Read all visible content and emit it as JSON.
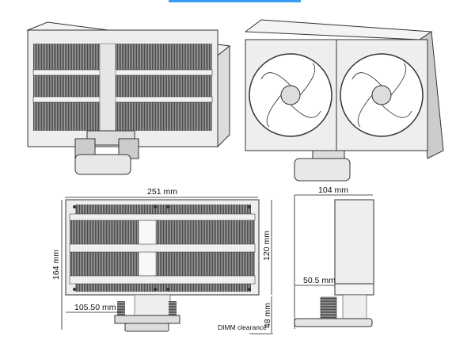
{
  "title_bar_color": "#3b9cf5",
  "dimensions": {
    "width": "251 mm",
    "depth": "104 mm",
    "total_height": "164 mm",
    "radiator_height": "120 mm",
    "offset_side": "50.5 mm",
    "offset_front": "105.50 mm",
    "mount_height": "48 mm",
    "dimm_note": "DIMM clearance"
  }
}
